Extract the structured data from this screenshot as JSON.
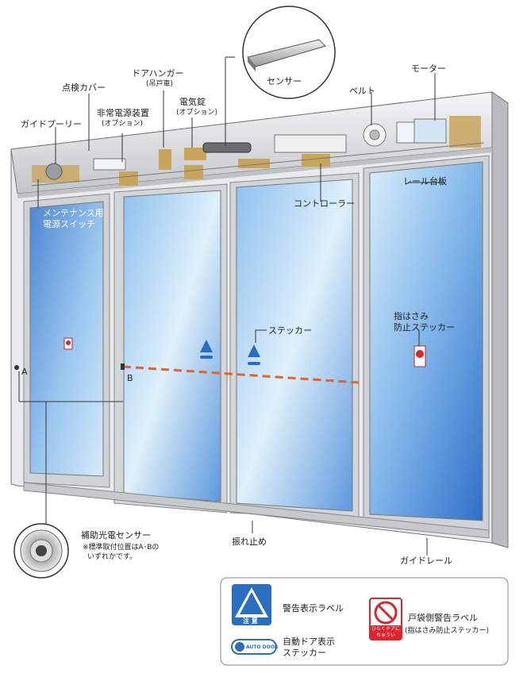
{
  "labels": {
    "sensor": "センサー",
    "inspection_cover": "点検カバー",
    "door_hanger": "ドアハンガー",
    "door_hanger_sub": "(吊戸車)",
    "emergency_power": "非常電源装置",
    "emergency_power_sub": "(オプション)",
    "electric_lock": "電気錠",
    "electric_lock_sub": "(オプション)",
    "belt": "ベルト",
    "motor": "モーター",
    "guide_pulley": "ガイドプーリー",
    "rail_base": "レール台板",
    "controller": "コントローラー",
    "maintenance_switch_1": "メンテナンス用",
    "maintenance_switch_2": "電源スイッチ",
    "finger_pinch_1": "指はさみ",
    "finger_pinch_2": "防止ステッカー",
    "sticker": "ステッカー",
    "point_a": "A",
    "point_b": "B",
    "aux_sensor": "補助光電センサー",
    "aux_sensor_note_1": "※標準取付位置はA･Bの",
    "aux_sensor_note_2": "いずれかです。",
    "anti_sway": "振れ止め",
    "guide_rail": "ガイドレール"
  },
  "legend": {
    "warning_label": "警告表示ラベル",
    "auto_door_sticker_1": "自動ドア表示",
    "auto_door_sticker_2": "ステッカー",
    "pocket_warning": "戸袋側警告ラベル",
    "pocket_warning_sub": "(指はさみ防止ステッカー)",
    "caution_text": "注 意",
    "autodoor_logo": "AUTO DOOR",
    "pocket_sign_1": "ひらくドアに",
    "pocket_sign_2": "ちゅうい"
  },
  "colors": {
    "glass_light": "#cfe6f8",
    "glass_dark": "#3f7fcf",
    "frame": "#d8dadc",
    "frame_dark": "#9a9ea2",
    "dashed_line": "#e8602a",
    "warning_red": "#e0242c"
  }
}
